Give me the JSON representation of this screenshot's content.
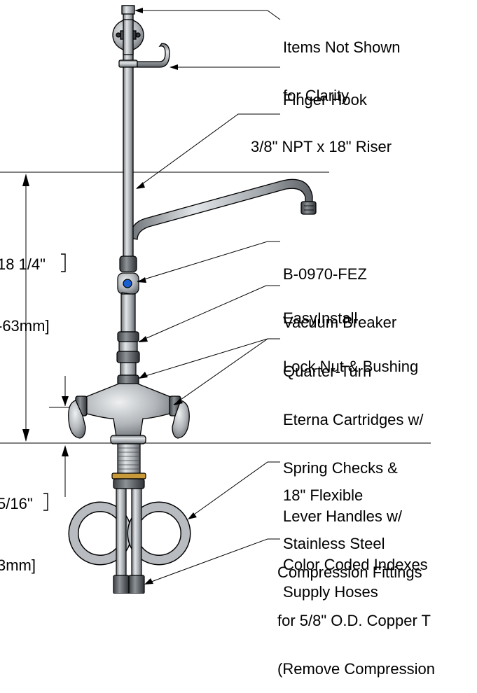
{
  "colors": {
    "line": "#000000",
    "metal_dark": "#6e7378",
    "metal_mid": "#a7acb1",
    "metal_light": "#e3e6e8",
    "hose": "#b8bcc0",
    "brass": "#c99a3a",
    "indicator_blue": "#1a5fd0"
  },
  "callouts": {
    "items_not_shown": [
      "Items Not Shown",
      "for Clarity"
    ],
    "finger_hook": [
      "Finger Hook"
    ],
    "riser": [
      "3/8\" NPT x 18\" Riser"
    ],
    "vacuum_breaker": [
      "B-0970-FEZ",
      "Vacuum Breaker"
    ],
    "lock_nut": [
      "EasyInstall",
      "Lock Nut & Bushing"
    ],
    "cartridges": [
      "Quarter-Turn",
      "Eterna Cartridges w/",
      "Spring Checks &",
      "Lever Handles w/",
      "Color Coded Indexes"
    ],
    "supply_hoses": [
      "18\" Flexible",
      "Stainless Steel",
      "Supply Hoses"
    ],
    "fittings": [
      "Compression Fittings",
      "for 5/8\" O.D. Copper T",
      "(Remove Compression"
    ]
  },
  "dimensions": {
    "height_above": [
      "18 1/4\"",
      "-63mm]"
    ],
    "height_below": [
      "5/16\"",
      "3mm]"
    ]
  }
}
